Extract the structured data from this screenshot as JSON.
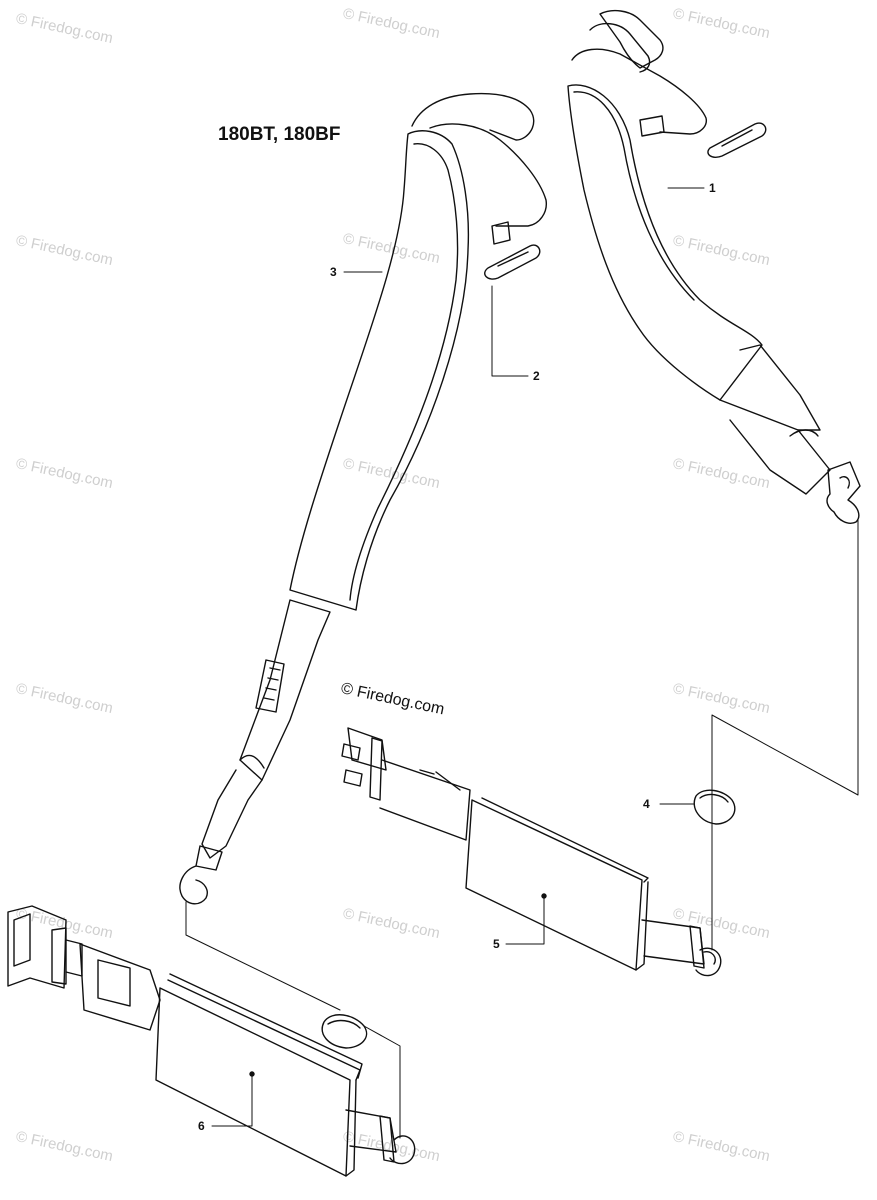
{
  "diagram": {
    "model": "180BT, 180BF",
    "copyright": "© Firedog.com",
    "watermark": "© Firedog.com",
    "callouts": [
      {
        "id": "callout-1",
        "label": "1"
      },
      {
        "id": "callout-2",
        "label": "2"
      },
      {
        "id": "callout-3",
        "label": "3"
      },
      {
        "id": "callout-4",
        "label": "4"
      },
      {
        "id": "callout-5",
        "label": "5"
      },
      {
        "id": "callout-6",
        "label": "6"
      }
    ]
  }
}
